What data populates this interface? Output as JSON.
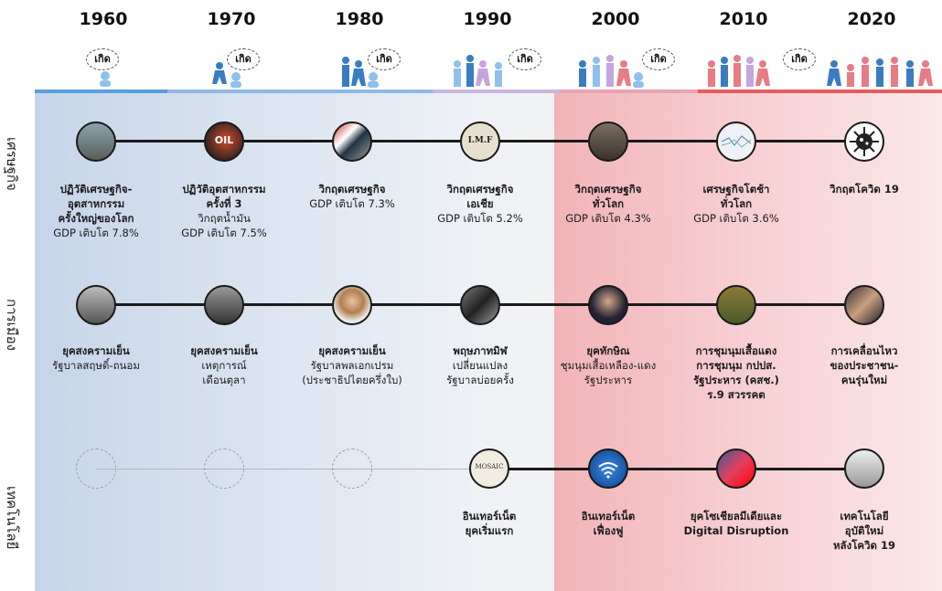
{
  "years": [
    "1960",
    "1970",
    "1980",
    "1990",
    "2000",
    "2010",
    "2020"
  ],
  "born_label": "เกิด",
  "rows": {
    "economy": "เศรษฐกิจ",
    "politics": "การเมือง",
    "technology": "เทคโนโลยี"
  },
  "economy": [
    {
      "title": "ปฏิวัติเศรษฐกิจ-",
      "title2": "อุตสาหกรรม",
      "title3": "ครั้งใหญ่ของโลก",
      "sub": "GDP เติบโต 7.8%"
    },
    {
      "title": "ปฏิวัติอุตสาหกรรม",
      "title2": "ครั้งที่ 3",
      "sub": "วิกฤตน้ำมัน",
      "sub2": "GDP เติบโต 7.5%"
    },
    {
      "title": "วิกฤตเศรษฐกิจ",
      "sub": "GDP เติบโต 7.3%"
    },
    {
      "title": "วิกฤตเศรษฐกิจ",
      "title2": "เอเชีย",
      "sub": "GDP เติบโต 5.2%"
    },
    {
      "title": "วิกฤตเศรษฐกิจ",
      "title2": "ทั่วโลก",
      "sub": "GDP เติบโต 4.3%"
    },
    {
      "title": "เศรษฐกิจโตช้า",
      "title2": "ทั่วโลก",
      "sub": "GDP เติบโต 3.6%"
    },
    {
      "title": "วิกฤตโควิด 19"
    }
  ],
  "politics": [
    {
      "title": "ยุคสงครามเย็น",
      "sub": "รัฐบาลสฤษดิ์-ถนอม"
    },
    {
      "title": "ยุคสงครามเย็น",
      "sub": "เหตุการณ์",
      "sub2": "เดือนตุลา"
    },
    {
      "title": "ยุคสงครามเย็น",
      "sub": "รัฐบาลพลเอกเปรม",
      "sub2": "(ประชาธิปไตยครึ่งใบ)"
    },
    {
      "title": "พฤษภาทมิฬ",
      "sub": "เปลี่ยนแปลง",
      "sub2": "รัฐบาลบ่อยครั้ง"
    },
    {
      "title": "ยุคทักษิณ",
      "sub": "ชุมนุมเสื้อเหลือง-แดง",
      "sub2": "รัฐประหาร"
    },
    {
      "title": "การชุมนุมเสื้อแดง",
      "title2": "การชุมนุม กปปส.",
      "title3": "รัฐประหาร (คสช.)",
      "title4": "ร.9 สวรรคต"
    },
    {
      "title": "การเคลื่อนไหว",
      "title2": "ของประชาชน-",
      "title3": "คนรุ่นใหม่"
    }
  ],
  "technology": [
    {},
    {},
    {},
    {
      "title": "อินเทอร์เน็ต",
      "title2": "ยุคเริ่มแรก"
    },
    {
      "title": "อินเทอร์เน็ต",
      "title2": "เฟื่องฟู"
    },
    {
      "title": "ยุคโซเชียลมีเดียและ",
      "title2": "Digital Disruption"
    },
    {
      "title": "เทคโนโลยี",
      "title2": "อุบัติใหม่",
      "title3": "หลังโควิด 19"
    }
  ],
  "image_text": {
    "oil": "OIL",
    "imf": "I.M.F",
    "mosaic": "MOSAIC"
  },
  "colors": {
    "blue_band": "#c3d3e9",
    "red_band": "#f2b4b7",
    "timeline": "#1a1a1a",
    "figure_blue": "#3a7cc0",
    "figure_pink": "#e77b86"
  }
}
